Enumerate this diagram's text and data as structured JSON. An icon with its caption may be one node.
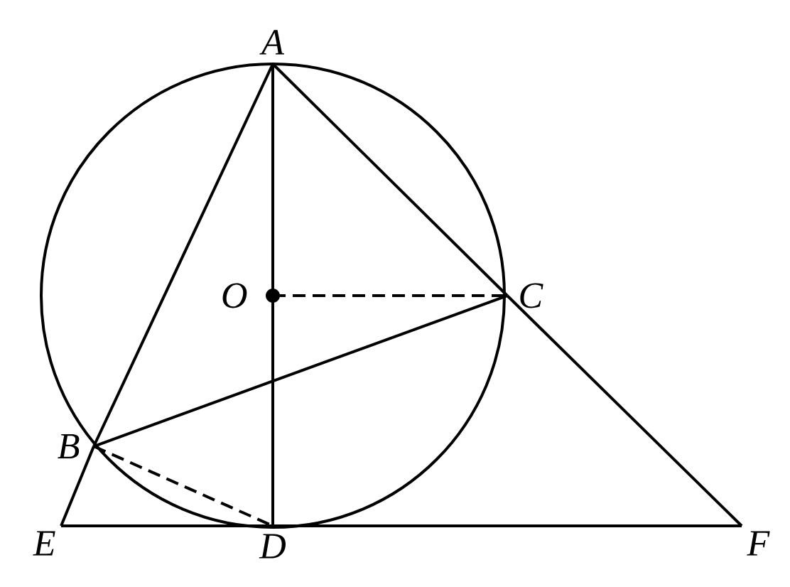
{
  "diagram": {
    "nodes": [
      {
        "text": [
          "A"
        ]
      },
      {
        "text": [
          "O"
        ]
      },
      {
        "text": [
          "C"
        ]
      },
      {
        "text": [
          "B"
        ]
      },
      {
        "text": [
          "E"
        ]
      },
      {
        "text": [
          "D"
        ]
      },
      {
        "text": [
          "F"
        ]
      }
    ],
    "edges": [
      {
        "from": 0,
        "to": 3,
        "arrow": "none"
      },
      {
        "from": 3,
        "to": 4,
        "arrow": "none"
      },
      {
        "from": 0,
        "to": 1,
        "arrow": "none"
      },
      {
        "from": 1,
        "to": 5,
        "arrow": "none"
      },
      {
        "from": 0,
        "to": 2,
        "arrow": "none"
      },
      {
        "from": 2,
        "to": 6,
        "arrow": "none"
      },
      {
        "from": 3,
        "to": 2,
        "arrow": "none"
      },
      {
        "from": 1,
        "to": 2,
        "arrow": "none",
        "style": "dashed"
      },
      {
        "from": 3,
        "to": 5,
        "arrow": "none",
        "style": "dashed"
      },
      {
        "from": 4,
        "to": 5,
        "arrow": "none"
      },
      {
        "from": 5,
        "to": 6,
        "arrow": "none"
      }
    ]
  }
}
